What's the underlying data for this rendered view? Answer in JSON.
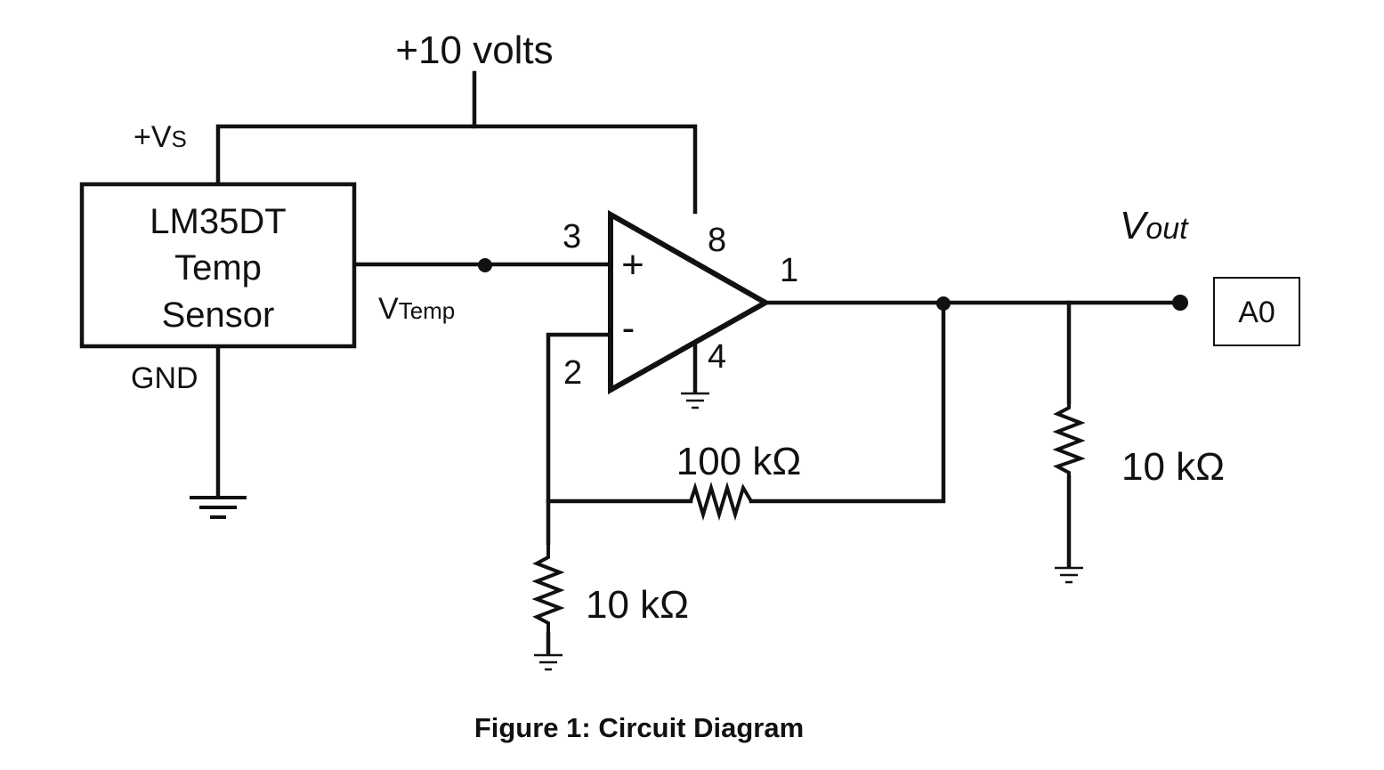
{
  "supply": {
    "label": "+10 volts",
    "vs_prefix": "+V",
    "vs_sub": "S"
  },
  "sensor": {
    "line1": "LM35DT",
    "line2": "Temp",
    "line3": "Sensor",
    "gnd_label": "GND"
  },
  "signal": {
    "vtemp_prefix": "V",
    "vtemp_sub": "Temp"
  },
  "opamp": {
    "pin_noninv": "3",
    "pin_inv": "2",
    "pin_vplus": "8",
    "pin_vminus": "4",
    "pin_out": "1",
    "plus_sign": "+",
    "minus_sign": "-"
  },
  "resistors": {
    "feedback": "100 kΩ",
    "ground": "10 kΩ",
    "load": "10 kΩ"
  },
  "output": {
    "vout_prefix": "V",
    "vout_sub": "out",
    "pin": "A0"
  },
  "caption": "Figure 1: Circuit Diagram"
}
